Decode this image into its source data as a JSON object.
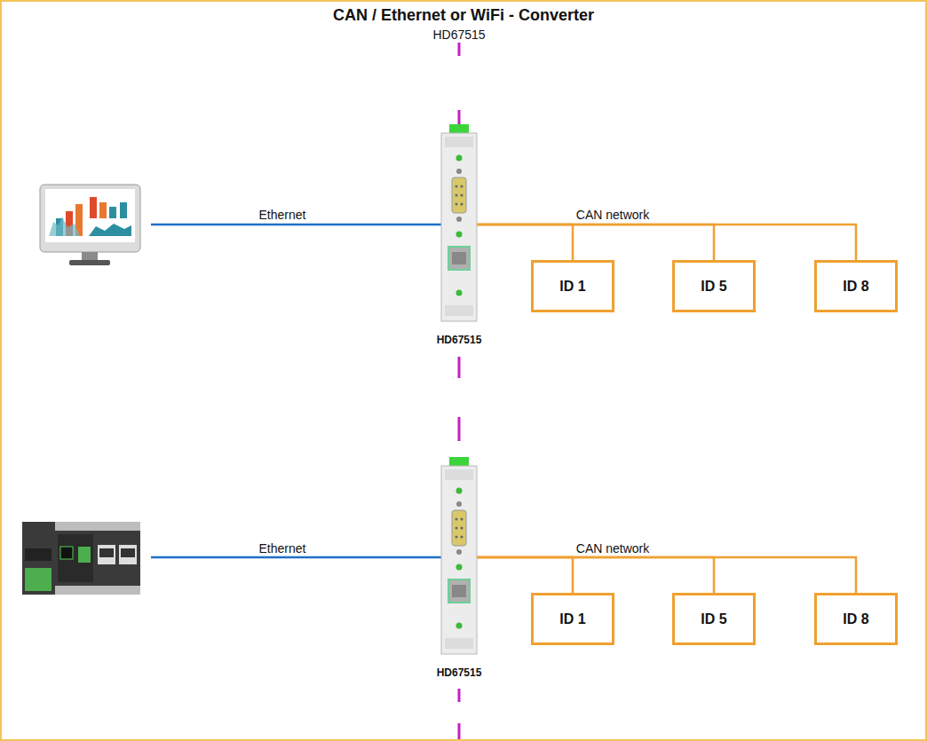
{
  "diagram": {
    "title": "CAN / Ethernet or WiFi - Converter",
    "nodes": [
      {
        "text": [
          "HD67515"
        ]
      },
      {
        "text": [
          "ID 1"
        ]
      },
      {
        "text": [
          "ID 5"
        ]
      },
      {
        "text": [
          "ID 8"
        ]
      },
      {
        "text": [
          "HD67515"
        ]
      },
      {
        "text": [
          "ID 1"
        ]
      },
      {
        "text": [
          "ID 5"
        ]
      },
      {
        "text": [
          "ID 8"
        ]
      }
    ],
    "edges": [
      {
        "from": 0,
        "to": 1,
        "arrow": "none"
      },
      {
        "from": 0,
        "to": 2,
        "arrow": "none"
      },
      {
        "from": 0,
        "to": 3,
        "arrow": "none"
      },
      {
        "from": 4,
        "to": 5,
        "arrow": "none"
      },
      {
        "from": 4,
        "to": 6,
        "arrow": "none"
      },
      {
        "from": 4,
        "to": 7,
        "arrow": "none"
      }
    ],
    "labels": [
      "HD67515",
      "Ethernet",
      "CAN network",
      "Ethernet",
      "CAN network"
    ]
  }
}
